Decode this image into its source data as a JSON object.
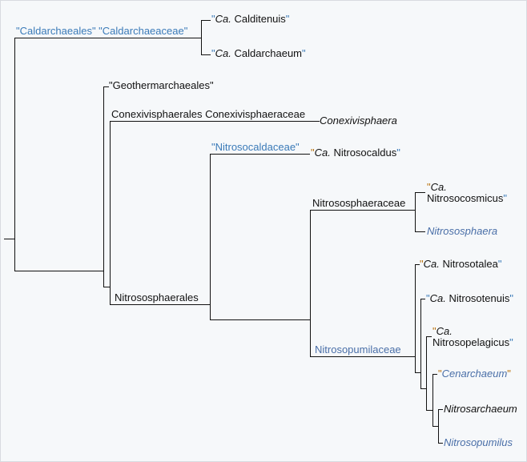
{
  "clades": {
    "caldarchaeales": "\"Caldarchaeales\" \"Caldarchaeaceae\"",
    "geothermarchaeales": "\"Geothermarchaeales\"",
    "conexivisphaerales": "Conexivisphaerales Conexivisphaeraceae",
    "nitrososphaerales": "Nitrososphaerales",
    "nitrosocaldaceae": "\"Nitrosocaldaceae\"",
    "nitrososphaeraceae": "Nitrososphaeraceae",
    "nitrosopumilaceae": "Nitrosopumilaceae"
  },
  "leaves": {
    "calditenuis": {
      "q1": "\"",
      "ca": "Ca.",
      "name": " Calditenuis",
      "q2": "\""
    },
    "caldarchaeum": {
      "q1": "\"",
      "ca": "Ca.",
      "name": " Caldarchaeum",
      "q2": "\""
    },
    "conexivisphaera": {
      "name": "Conexivisphaera"
    },
    "nitrosocaldus": {
      "q1": "\"",
      "ca": "Ca.",
      "name": " Nitrosocaldus",
      "q2": "\""
    },
    "nitrosocosmicus": {
      "q1": "\"",
      "ca": "Ca.",
      "name": "Nitrosocosmicus",
      "q2": "\""
    },
    "nitrososphaera": {
      "name": "Nitrososphaera"
    },
    "nitrosotalea": {
      "q1": "\"",
      "ca": "Ca.",
      "name": " Nitrosotalea",
      "q2": "\""
    },
    "nitrosotenuis": {
      "q1": "\"",
      "ca": "Ca.",
      "name": " Nitrosotenuis",
      "q2": "\""
    },
    "nitrosopelagicus": {
      "q1": "\"",
      "ca": "Ca.",
      "name": "Nitrosopelagicus",
      "q2": "\""
    },
    "cenarchaeum": {
      "q1": "\"",
      "name": "Cenarchaeum",
      "q2": "\""
    },
    "nitrosarchaeum": {
      "name": "Nitrosarchaeum"
    },
    "nitrosopumilus": {
      "name": "Nitrosopumilus"
    }
  }
}
